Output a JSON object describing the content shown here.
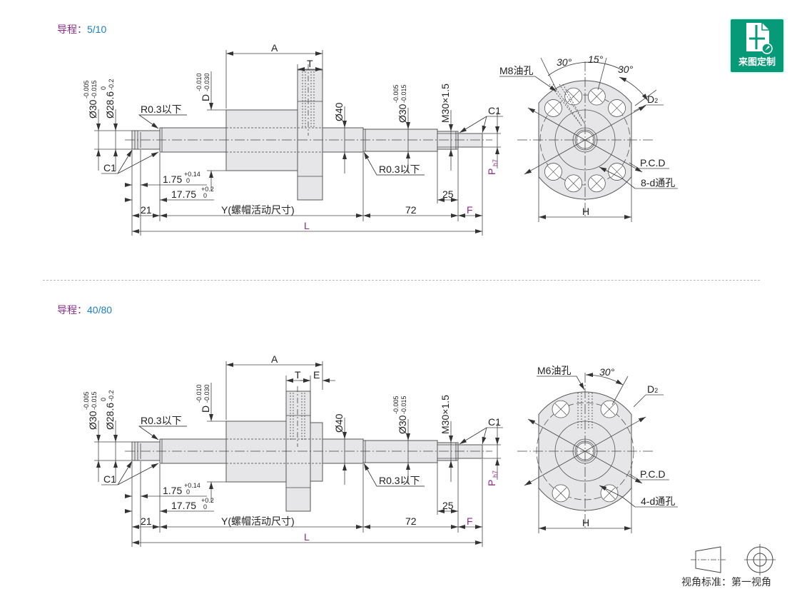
{
  "sections": [
    {
      "lead_label": "导程：",
      "lead_value": "5/10",
      "oil_hole": "M8油孔",
      "holes": "8-d通孔",
      "angles": [
        "30°",
        "15°",
        "30°"
      ]
    },
    {
      "lead_label": "导程：",
      "lead_value": "40/80",
      "oil_hole": "M6油孔",
      "holes": "4-d通孔",
      "angles": [
        "30°"
      ],
      "E": "E"
    }
  ],
  "dims": {
    "A": "A",
    "T": "T",
    "D": "D",
    "D_tol_up": "-0.010",
    "D_tol_lo": "-0.030",
    "dia30": "Ø30",
    "dia30_tol_up": "-0.005",
    "dia30_tol_lo": "-0.015",
    "dia28": "Ø28.6",
    "dia28_tol_up": "0",
    "dia28_tol_lo": "-0.2",
    "r03": "R0.3以下",
    "c1": "C1",
    "d175": "1.75",
    "d175_up": "+0.14",
    "d175_lo": "0",
    "d1775": "17.75",
    "d1775_up": "+0.2",
    "d1775_lo": "0",
    "d21": "21",
    "Y": "Y(螺帽活动尺寸)",
    "d72": "72",
    "F": "F",
    "L": "L",
    "d25": "25",
    "dia40": "Ø40",
    "m30": "M30×1.5",
    "P": "P",
    "P_sub": "h7",
    "D2": "D",
    "D2_sub": "2",
    "pcd": "P.C.D",
    "H": "H"
  },
  "badge": {
    "label": "来图定制",
    "icon": "drawing-file-icon",
    "color": "#069a78"
  },
  "view_standard": "视角标准：第一视角",
  "colors": {
    "accent_purple": "#8e2b8e",
    "accent_blue": "#1a7fc8",
    "part_fill": "#e6e6e9"
  }
}
